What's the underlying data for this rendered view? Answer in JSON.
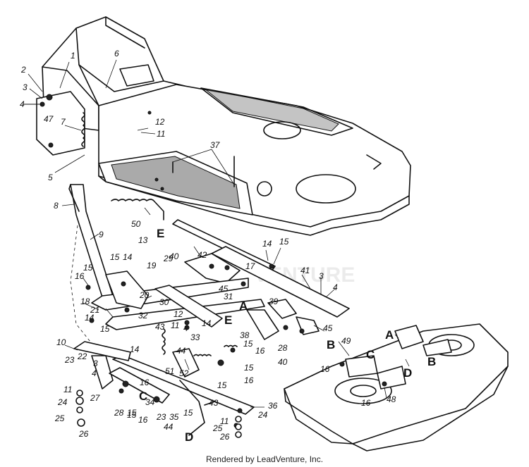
{
  "footer": "Rendered by LeadVenture, Inc.",
  "watermark": "VENTURE",
  "part_labels": [
    {
      "n": "1"
    },
    {
      "n": "2"
    },
    {
      "n": "3"
    },
    {
      "n": "4"
    },
    {
      "n": "47"
    },
    {
      "n": "7"
    },
    {
      "n": "5"
    },
    {
      "n": "6"
    },
    {
      "n": "12"
    },
    {
      "n": "11"
    },
    {
      "n": "37"
    },
    {
      "n": "8"
    },
    {
      "n": "50"
    },
    {
      "n": "9"
    },
    {
      "n": "42"
    },
    {
      "n": "14"
    },
    {
      "n": "15"
    },
    {
      "n": "13"
    },
    {
      "n": "15"
    },
    {
      "n": "14"
    },
    {
      "n": "15"
    },
    {
      "n": "16"
    },
    {
      "n": "19"
    },
    {
      "n": "29"
    },
    {
      "n": "40"
    },
    {
      "n": "17"
    },
    {
      "n": "41"
    },
    {
      "n": "3"
    },
    {
      "n": "4"
    },
    {
      "n": "18"
    },
    {
      "n": "20"
    },
    {
      "n": "21"
    },
    {
      "n": "30"
    },
    {
      "n": "45"
    },
    {
      "n": "31"
    },
    {
      "n": "39"
    },
    {
      "n": "14"
    },
    {
      "n": "32"
    },
    {
      "n": "15"
    },
    {
      "n": "12"
    },
    {
      "n": "43"
    },
    {
      "n": "11"
    },
    {
      "n": "4"
    },
    {
      "n": "14"
    },
    {
      "n": "38"
    },
    {
      "n": "28"
    },
    {
      "n": "45"
    },
    {
      "n": "10"
    },
    {
      "n": "14"
    },
    {
      "n": "44"
    },
    {
      "n": "33"
    },
    {
      "n": "15"
    },
    {
      "n": "16"
    },
    {
      "n": "15"
    },
    {
      "n": "16"
    },
    {
      "n": "15"
    },
    {
      "n": "40"
    },
    {
      "n": "49"
    },
    {
      "n": "16"
    },
    {
      "n": "23"
    },
    {
      "n": "22"
    },
    {
      "n": "3"
    },
    {
      "n": "4"
    },
    {
      "n": "51"
    },
    {
      "n": "52"
    },
    {
      "n": "16"
    },
    {
      "n": "15"
    },
    {
      "n": "27"
    },
    {
      "n": "28"
    },
    {
      "n": "15"
    },
    {
      "n": "16"
    },
    {
      "n": "34"
    },
    {
      "n": "23"
    },
    {
      "n": "35"
    },
    {
      "n": "15"
    },
    {
      "n": "43"
    },
    {
      "n": "36"
    },
    {
      "n": "11"
    },
    {
      "n": "24"
    },
    {
      "n": "25"
    },
    {
      "n": "26"
    },
    {
      "n": "11"
    },
    {
      "n": "24"
    },
    {
      "n": "25"
    },
    {
      "n": "26"
    },
    {
      "n": "44"
    },
    {
      "n": "16"
    },
    {
      "n": "48"
    }
  ],
  "letter_labels": [
    {
      "t": "E"
    },
    {
      "t": "A"
    },
    {
      "t": "E"
    },
    {
      "t": "B"
    },
    {
      "t": "C"
    },
    {
      "t": "D"
    },
    {
      "t": "A"
    },
    {
      "t": "C"
    },
    {
      "t": "D"
    },
    {
      "t": "B"
    }
  ]
}
